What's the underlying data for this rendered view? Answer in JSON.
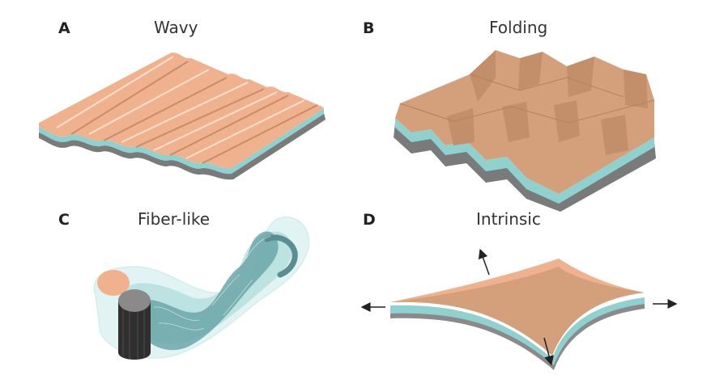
{
  "colors": {
    "peach": "#f0b28e",
    "tan": "#d4a07c",
    "teal": "#8fd1cf",
    "gray": "#7a7a7a",
    "dark": "#2f2f2f",
    "glass": "#bfe6e6"
  },
  "panels": [
    {
      "letter": "A",
      "title": "Wavy"
    },
    {
      "letter": "B",
      "title": "Folding"
    },
    {
      "letter": "C",
      "title": "Fiber-like"
    },
    {
      "letter": "D",
      "title": "Intrinsic"
    }
  ]
}
